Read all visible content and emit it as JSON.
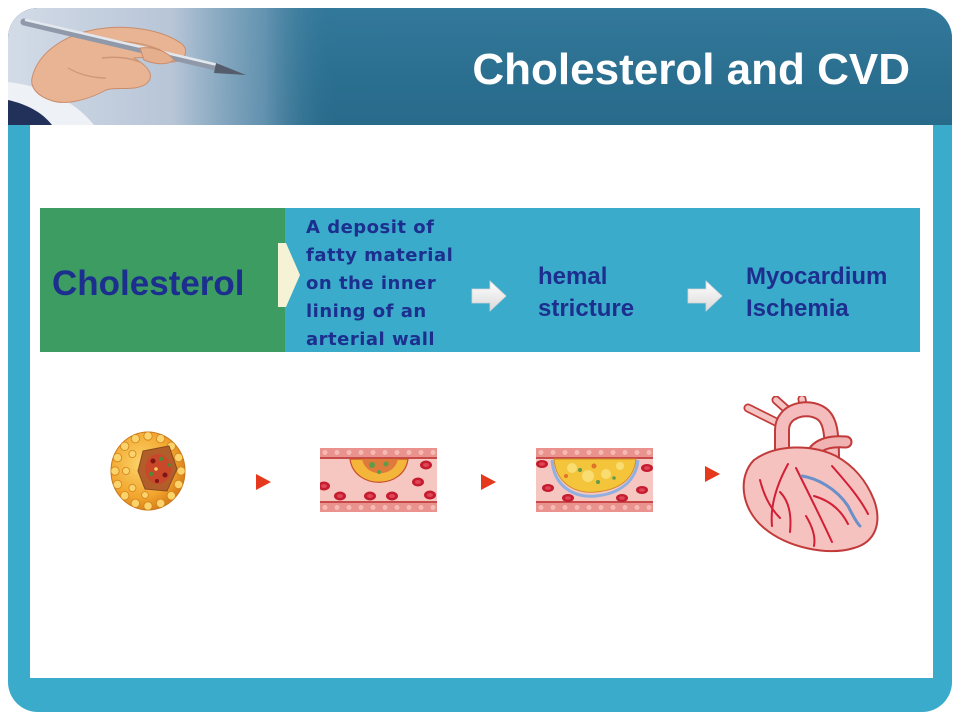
{
  "slide": {
    "title": "Cholesterol and CVD",
    "header_photo_icon": "hand-holding-pen-photo"
  },
  "flow": {
    "start": {
      "label": "Cholesterol"
    },
    "deposit": {
      "lines": [
        "A deposit of",
        "fatty material",
        "on the inner",
        "lining of an",
        "arterial wall"
      ]
    },
    "stricture": {
      "lines": [
        "hemal",
        "stricture"
      ]
    },
    "ischemia": {
      "lines": [
        "Myocardium",
        "Ischemia"
      ]
    },
    "connector_icon": "white-right-arrow-icon",
    "chevron_icon": "chevron-right-icon"
  },
  "illustrations": {
    "marker_icon": "red-triangle-right-icon",
    "items": [
      {
        "icon": "cholesterol-particle-icon"
      },
      {
        "icon": "artery-plaque-icon"
      },
      {
        "icon": "narrowed-artery-icon"
      },
      {
        "icon": "heart-coronary-icon"
      }
    ]
  },
  "colors": {
    "header": "#2b6f90",
    "frame": "#3aabca",
    "band_green": "#3c9c62",
    "band_blue": "#3aabca",
    "label_text": "#1d2f8e",
    "title_text": "#ffffff",
    "marker": "#e5381d"
  }
}
